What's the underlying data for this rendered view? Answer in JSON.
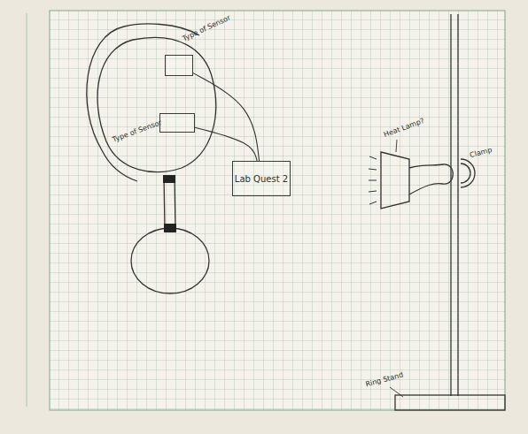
{
  "diagram": {
    "nodes": [
      {
        "text": [
          "Type of Sensor"
        ]
      },
      {
        "text": [
          "Type of Sensor"
        ]
      },
      {
        "text": [
          "Lab Quest 2"
        ]
      }
    ],
    "edges": [
      {
        "from": 0,
        "to": 2,
        "arrow": "none"
      },
      {
        "from": 1,
        "to": 2,
        "arrow": "none"
      }
    ],
    "labels": [
      "Heat Lamp?",
      "Clamp",
      "Ring Stand"
    ]
  }
}
